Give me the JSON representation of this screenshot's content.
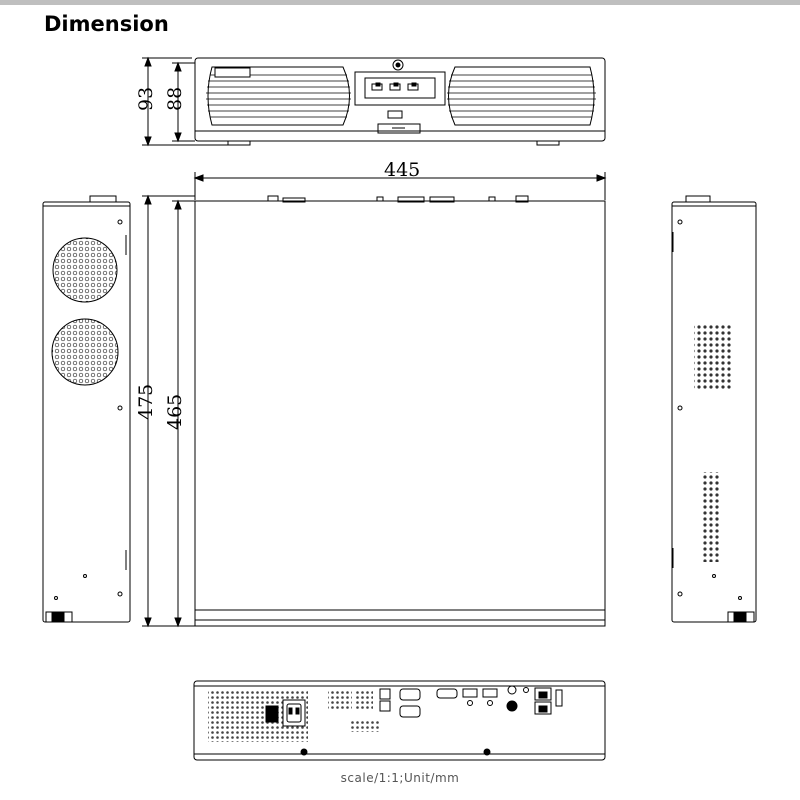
{
  "title": "Dimension",
  "dimensions": {
    "total_height": "93",
    "body_height": "88",
    "width": "445",
    "total_depth": "475",
    "body_depth": "465"
  },
  "caption": "scale/1:1;Unit/mm"
}
